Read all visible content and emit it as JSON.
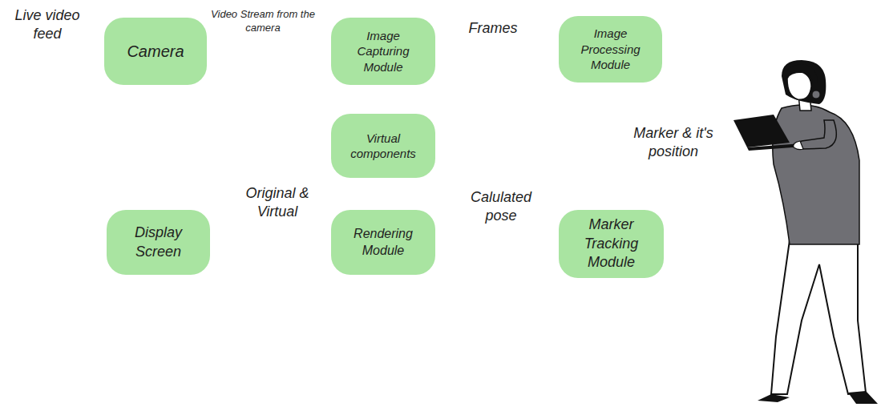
{
  "diagram": {
    "nodes": [
      {
        "text": [
          "Camera"
        ]
      },
      {
        "text": [
          "Image Capturing Module"
        ]
      },
      {
        "text": [
          "Image Processing Module"
        ]
      },
      {
        "text": [
          "Virtual components"
        ]
      },
      {
        "text": [
          "Display Screen"
        ]
      },
      {
        "text": [
          "Rendering Module"
        ]
      },
      {
        "text": [
          "Marker Tracking Module"
        ]
      }
    ],
    "labels": [
      "Live video feed",
      "Video Stream from the camera",
      "Frames",
      "Marker & it's position",
      "Original & Virtual",
      "Calulated pose"
    ]
  }
}
